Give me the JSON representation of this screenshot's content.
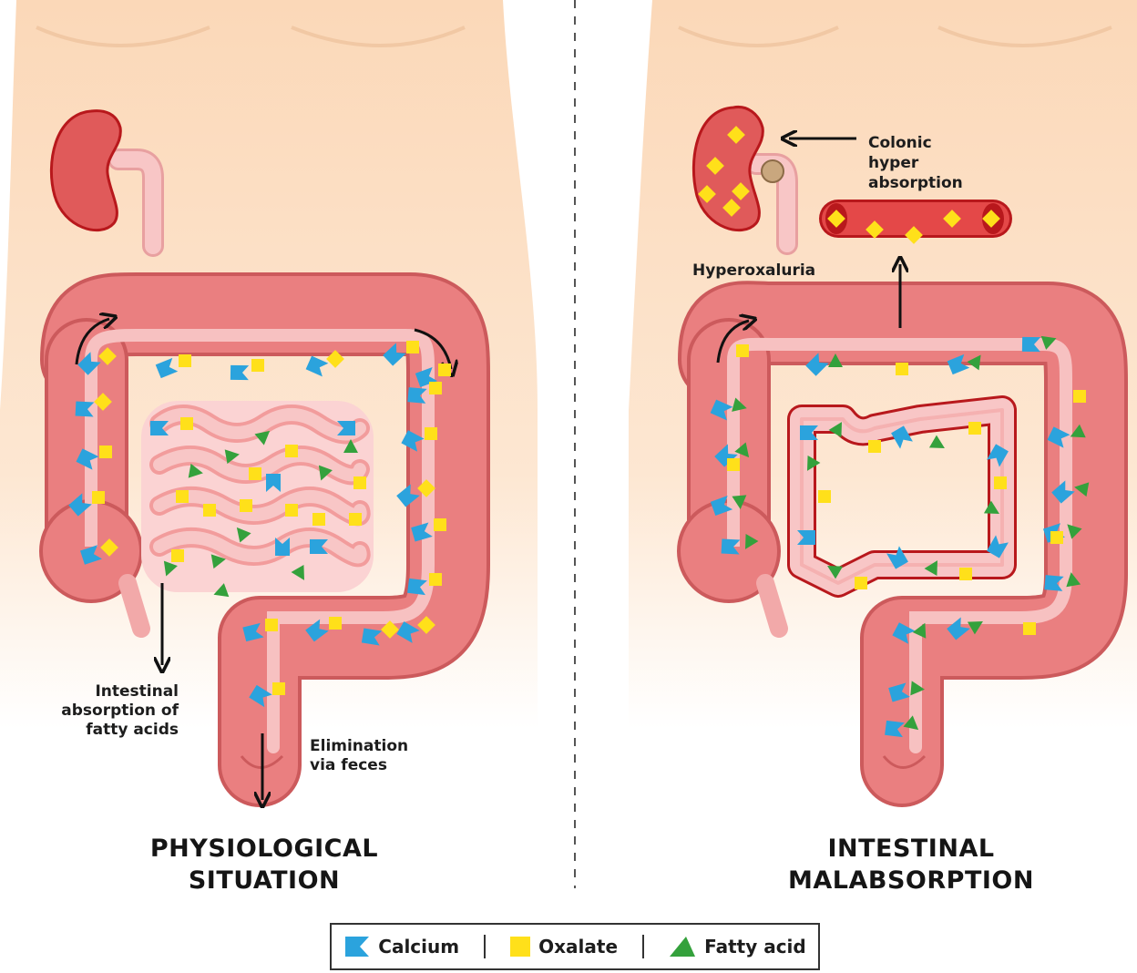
{
  "panels": {
    "left": {
      "title_line1": "PHYSIOLOGICAL",
      "title_line2": "SITUATION",
      "label_absorption": [
        "Intestinal",
        "absorption of",
        "fatty acids"
      ],
      "label_elimination": [
        "Elimination",
        "via feces"
      ]
    },
    "right": {
      "title_line1": "INTESTINAL",
      "title_line2": "MALABSORPTION",
      "label_colonic": [
        "Colonic",
        "hyper",
        "absorption"
      ],
      "label_hyperoxaluria": "Hyperoxaluria"
    }
  },
  "legend": {
    "items": [
      {
        "label": "Calcium",
        "icon": "calcium-icon"
      },
      {
        "label": "Oxalate",
        "icon": "oxalate-icon"
      },
      {
        "label": "Fatty acid",
        "icon": "fatty-acid-icon"
      }
    ]
  },
  "colors": {
    "skin": "#fde3c8",
    "colon": "#ea7f80",
    "colon_dark": "#cc5a5c",
    "lumen": "#f7c1c1",
    "kidney": "#e05a5a",
    "calcium": "#2ba3dd",
    "oxalate": "#ffe01a",
    "fatty_acid": "#34a13c",
    "outline": "#b8181c"
  }
}
